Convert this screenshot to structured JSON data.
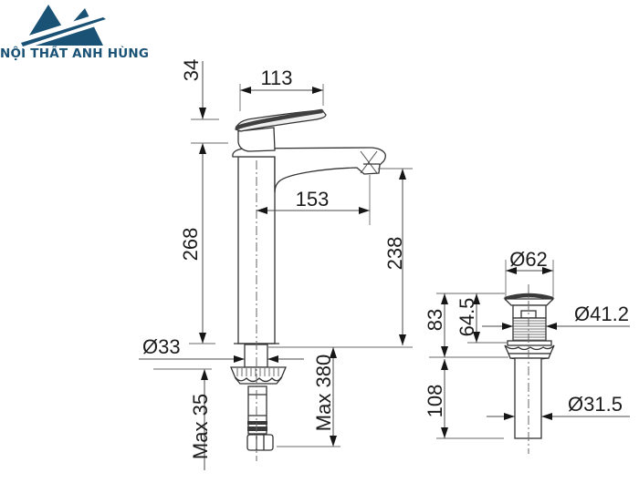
{
  "brand": {
    "name": "NỘI THẤT ANH HÙNG",
    "color": "#1a5276"
  },
  "diagram": {
    "faucet": {
      "label_34": "34",
      "label_113": "113",
      "label_153": "153",
      "label_268": "268",
      "label_238": "238",
      "label_o33": "Ø33",
      "label_max35": "Max 35",
      "label_max380": "Max 380"
    },
    "drain": {
      "label_o62": "Ø62",
      "label_83": "83",
      "label_64_5": "64.5",
      "label_o41_2": "Ø41.2",
      "label_108": "108",
      "label_o31_5": "Ø31.5"
    },
    "colors": {
      "outline": "#333333",
      "dimension_text": "#1c1c1c",
      "brand_navy": "#1a5276"
    }
  }
}
